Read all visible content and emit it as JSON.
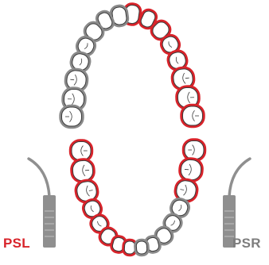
{
  "labels": {
    "left": "PSL",
    "right": "PSR"
  },
  "colors": {
    "left_label": "#d8232a",
    "right_label": "#7d7d7d",
    "red_outline": "#d8232a",
    "gray_outline": "#8a8a8a",
    "tooth_fill": "#ffffff",
    "tooth_line": "#3a3a3a",
    "instrument_body": "#8f8f8f"
  },
  "icons": {
    "upper_arch": "upper-dental-arch",
    "lower_arch": "lower-dental-arch",
    "left_tool": "scaler-tip-icon",
    "right_tool": "scaler-tip-icon"
  }
}
